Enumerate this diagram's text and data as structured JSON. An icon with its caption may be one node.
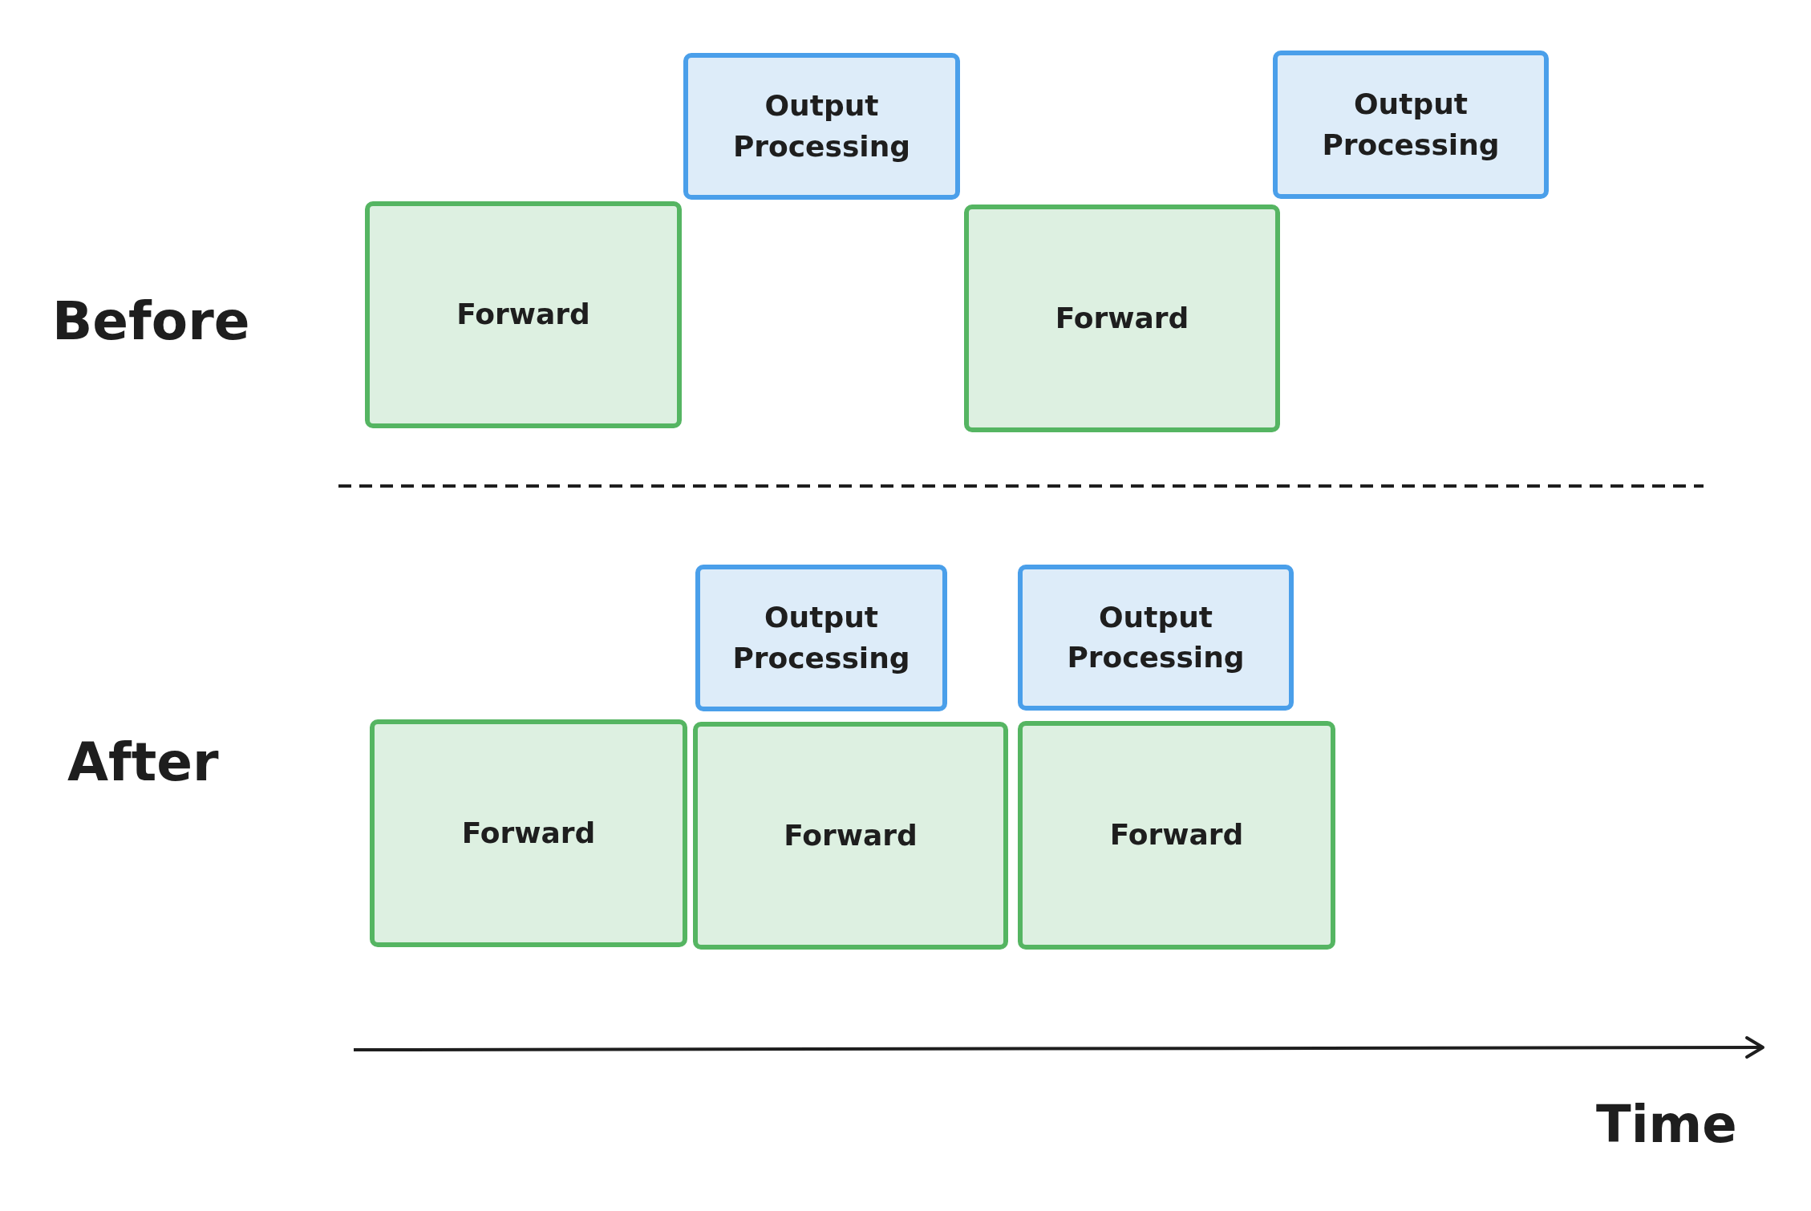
{
  "diagram": {
    "nodes": [
      {
        "text": [
          "Output Processing"
        ]
      },
      {
        "text": [
          "Output Processing"
        ]
      },
      {
        "text": [
          "Forward"
        ]
      },
      {
        "text": [
          "Forward"
        ]
      },
      {
        "text": [
          "Output Processing"
        ]
      },
      {
        "text": [
          "Output Processing"
        ]
      },
      {
        "text": [
          "Forward"
        ]
      },
      {
        "text": [
          "Forward"
        ]
      },
      {
        "text": [
          "Forward"
        ]
      }
    ],
    "labels": [
      "Before",
      "After",
      "Time"
    ]
  }
}
